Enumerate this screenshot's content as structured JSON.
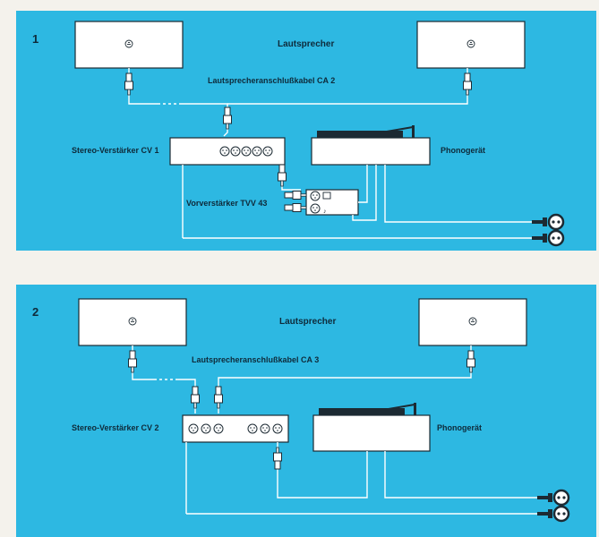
{
  "colors": {
    "panel": "#2db8e2",
    "box": "#ffffff",
    "line": "#ffffff",
    "stroke": "#1c2a33",
    "text": "#0e2a3a",
    "page": "#f4f2ec"
  },
  "panels": [
    {
      "number": "1",
      "speaker_label": "Lautsprecher",
      "cable_label": "Lautsprecheranschlußkabel CA 2",
      "amp_label": "Stereo-Verstärker CV 1",
      "phono_label": "Phonogerät",
      "preamp_label": "Vorverstärker TVV 43"
    },
    {
      "number": "2",
      "speaker_label": "Lautsprecher",
      "cable_label": "Lautsprecheranschlußkabel CA 3",
      "amp_label": "Stereo-Verstärker CV 2",
      "phono_label": "Phonogerät"
    }
  ],
  "icons": [
    "speaker-icon",
    "rca-plug-icon",
    "din-socket-icon",
    "turntable-icon",
    "power-plug-icon"
  ]
}
